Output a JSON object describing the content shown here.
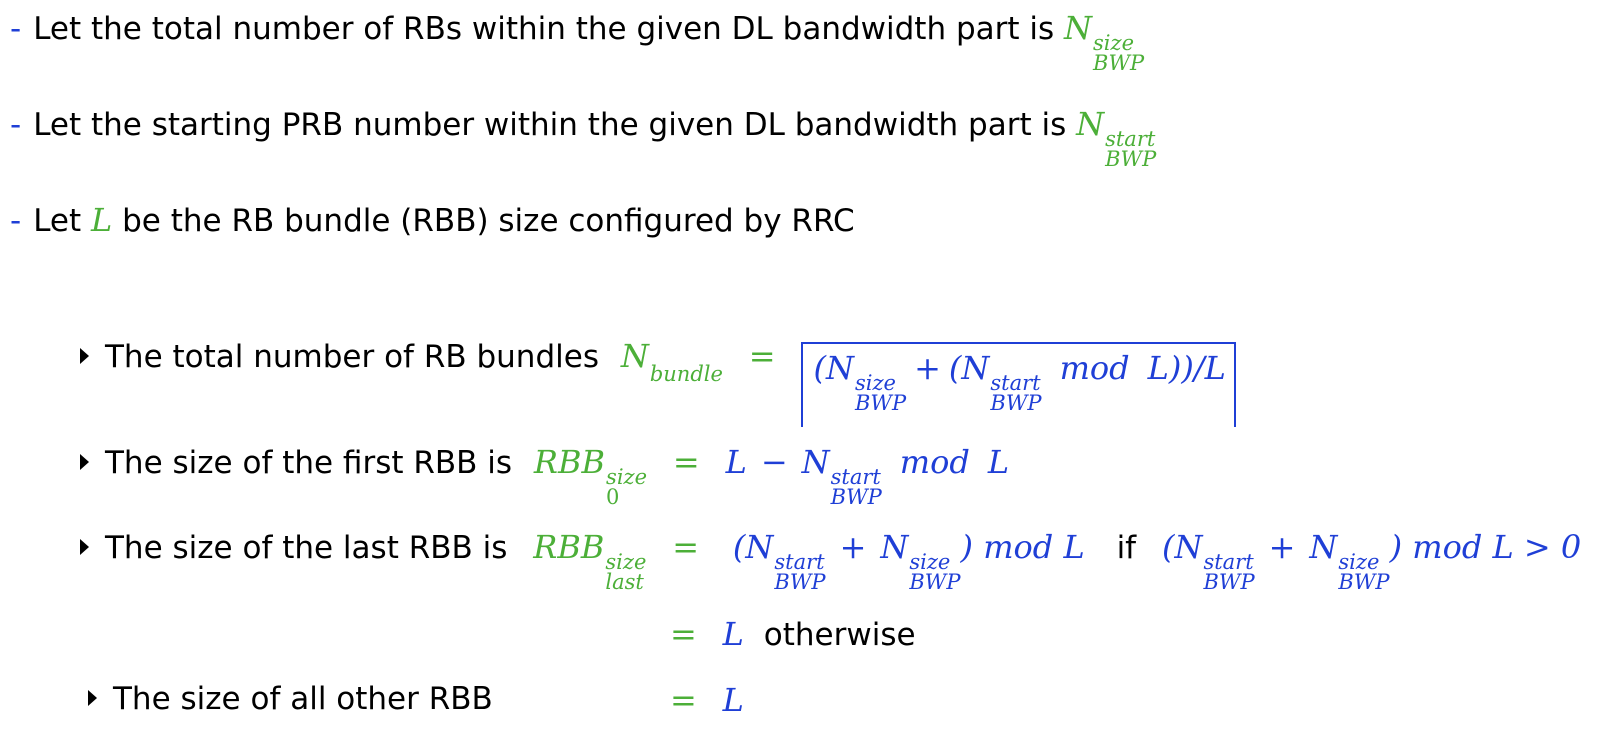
{
  "intro": [
    {
      "prefix": "-",
      "text": "Let the total number of RBs within the given DL bandwidth part is",
      "sym": "N",
      "sup": "size",
      "sub": "BWP"
    },
    {
      "prefix": "-",
      "text": "Let the starting PRB number within the given DL bandwidth part is",
      "sym": "N",
      "sup": "start",
      "sub": "BWP"
    },
    {
      "prefix": "-",
      "text_before": "Let",
      "sym": "L",
      "text_after": "be the RB bundle (RBB) size configured by RRC"
    }
  ],
  "bullets": {
    "total": {
      "text": "The total number of RB bundles",
      "lhs": "N",
      "lhs_sub": "bundle"
    },
    "first": {
      "text": "The size of the first RBB is",
      "lhs": "RBB",
      "lhs_sup": "size",
      "lhs_sub": "0"
    },
    "last": {
      "text": "The size of the last RBB is",
      "lhs": "RBB",
      "lhs_sup": "size",
      "lhs_sub": "last",
      "if_word": "if",
      "gt0": "> 0"
    },
    "otherwise": {
      "word": "otherwise"
    },
    "other": {
      "text": "The size of all other RBB"
    }
  },
  "math": {
    "eq": "=",
    "L": "L",
    "N": "N",
    "size": "size",
    "start": "start",
    "BWP": "BWP",
    "mod": "mod",
    "plus": "+",
    "minus": "−",
    "lparen": "(",
    "rparen": ")",
    "slash": "/",
    "close2": "))/"
  },
  "colors": {
    "green": "#4caf38",
    "blue": "#1f3fd6"
  }
}
